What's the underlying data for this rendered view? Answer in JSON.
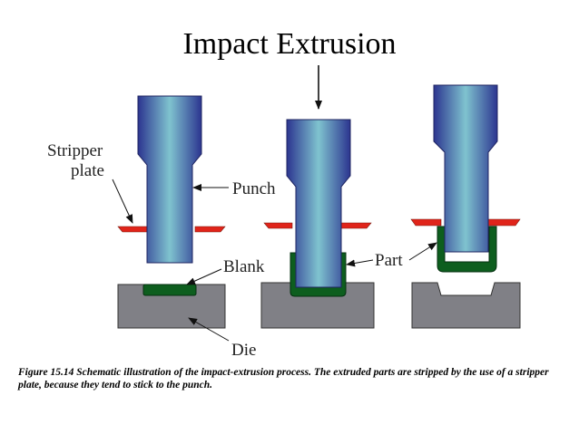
{
  "title": "Impact Extrusion",
  "labels": {
    "stripper_plate_line1": "Stripper",
    "stripper_plate_line2": "plate",
    "punch": "Punch",
    "blank": "Blank",
    "part": "Part",
    "die": "Die"
  },
  "caption": "Figure 15.14  Schematic illustration of the impact-extrusion process.  The extruded parts are stripped by the use of a stripper plate, because they tend to stick to the punch.",
  "colors": {
    "punch_dark": "#2c3590",
    "punch_light": "#7fc3cf",
    "stripper_plate": "#e0241a",
    "blank": "#0d5e1e",
    "die": "#808086"
  }
}
